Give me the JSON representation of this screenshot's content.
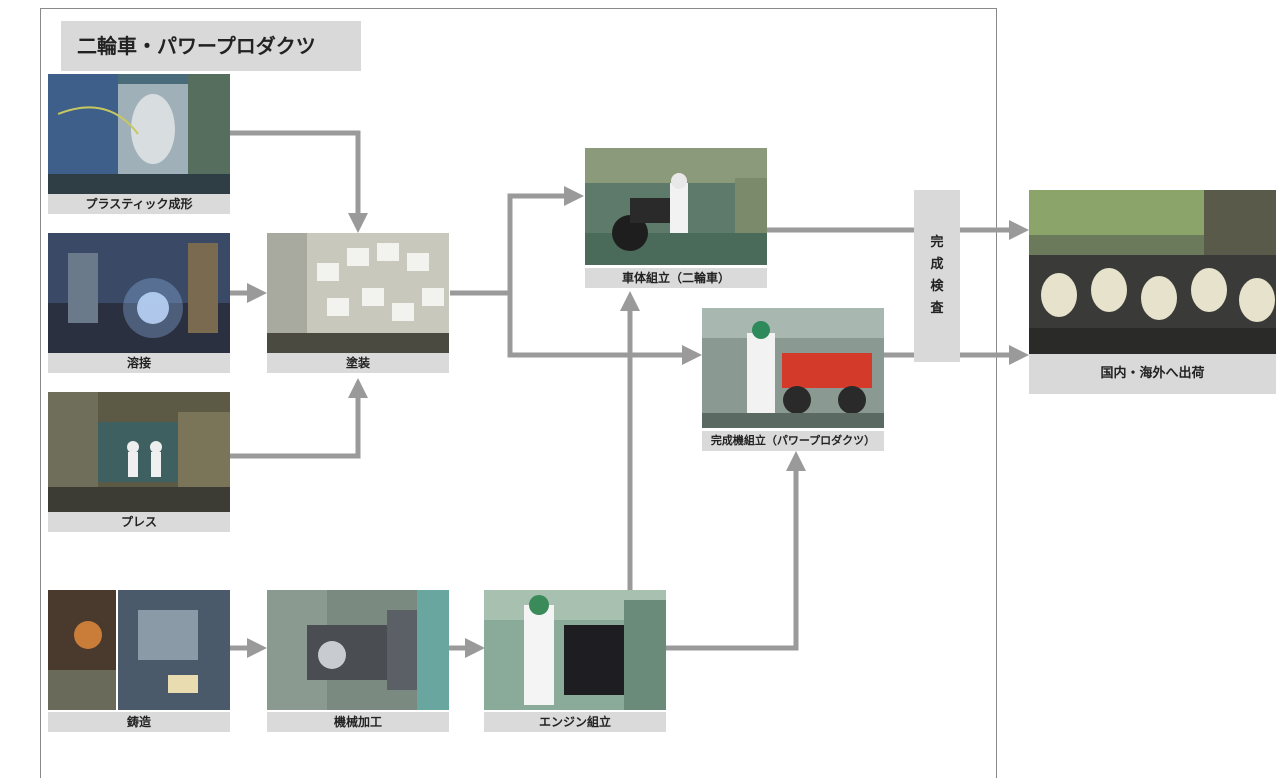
{
  "title": "二輪車・パワープロダクツ",
  "nodes": {
    "plastic": "プラスティック成形",
    "welding": "溶接",
    "press": "プレス",
    "painting": "塗装",
    "casting": "鋳造",
    "machining": "機械加工",
    "engine": "エンジン組立",
    "body": "車体組立（二輪車）",
    "finished": "完成機組立（パワープロダクツ）",
    "inspection": [
      "完",
      "成",
      "検",
      "査"
    ],
    "shipping": "国内・海外へ出荷"
  },
  "colors": {
    "arrow": "#9a9a9a",
    "label_bg": "#dadada",
    "title_bg": "#d9d9d9"
  }
}
